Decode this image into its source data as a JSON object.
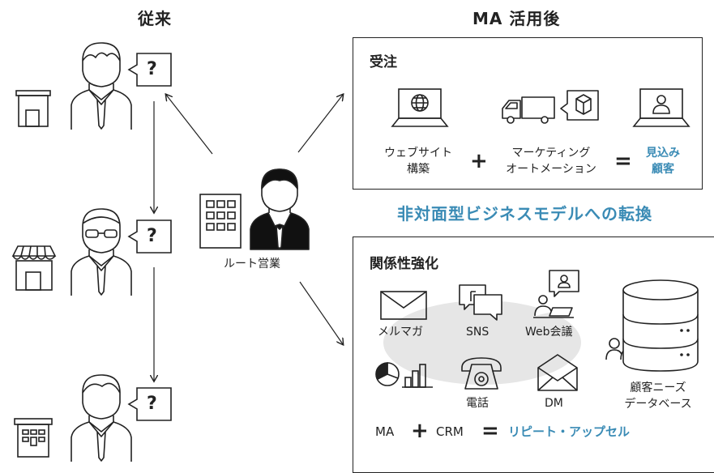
{
  "left_heading": "従来",
  "right_heading": "MA 活用後",
  "question_mark": "?",
  "center_label": "ルート営業",
  "order_box": {
    "title": "受注",
    "item1": [
      "ウェブサイト",
      "構築"
    ],
    "plus": "+",
    "item2": [
      "マーケティング",
      "オートメーション"
    ],
    "equals": "=",
    "result": [
      "見込み",
      "顧客"
    ]
  },
  "transition_label": "非対面型ビジネスモデルへの転換",
  "relation_box": {
    "title": "関係性強化",
    "channels": [
      "メルマガ",
      "SNS",
      "Web会議",
      "電話",
      "DM"
    ],
    "database_label": [
      "顧客ニーズ",
      "データベース"
    ],
    "formula": {
      "a": "MA",
      "plus": "+",
      "b": "CRM",
      "equals": "=",
      "result": "リピート・アップセル"
    }
  },
  "colors": {
    "accent": "#3a8bb5",
    "stroke": "#222222",
    "ellipse": "#e6e6e6"
  },
  "icons": [
    "store-icon",
    "person-icon",
    "speech-bubble-icon",
    "office-building-icon",
    "laptop-globe-icon",
    "delivery-truck-icon",
    "laptop-person-icon",
    "envelope-icon",
    "sns-chat-icon",
    "web-meeting-icon",
    "chart-icon",
    "telephone-icon",
    "dm-envelope-icon",
    "database-icon",
    "people-icon"
  ]
}
